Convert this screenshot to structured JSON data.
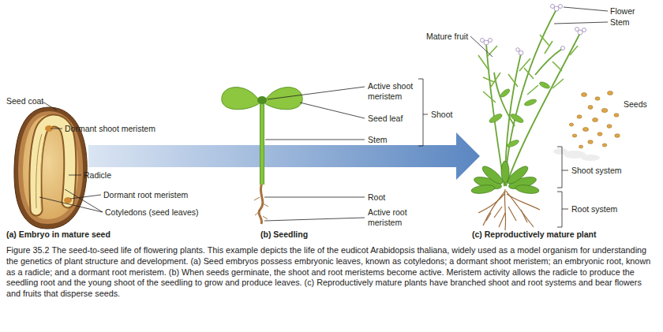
{
  "diagram": {
    "caption": "Figure 35.2 The seed-to-seed life of flowering plants. This example depicts the life of the eudicot Arabidopsis thaliana, widely used as a model organism for understanding the genetics of plant structure and development. (a) Seed embryos possess embryonic leaves, known as cotyledons; a dormant shoot meristem; an embryonic root, known as a radicle; and a dormant root meristem. (b) When seeds germinate, the shoot and root meristems become active. Meristem activity allows the radicle to produce the seedling root and the young shoot of the seedling to grow and produce leaves. (c) Reproductively mature plants have branched shoot and root systems and bear flowers and fruits that disperse seeds.",
    "labels": [
      "Seed coat",
      "Dormant shoot meristem",
      "Radicle",
      "Dormant root meristem",
      "Cotyledons (seed leaves)",
      "(a) Embryo in mature seed",
      "Active shoot meristem",
      "Seed leaf",
      "Shoot",
      "Stem",
      "Root",
      "Active root meristem",
      "(b) Seedling",
      "Mature fruit",
      "Flower",
      "Stem",
      "Seeds",
      "Shoot system",
      "Root system",
      "(c) Reproductively mature plant"
    ]
  }
}
